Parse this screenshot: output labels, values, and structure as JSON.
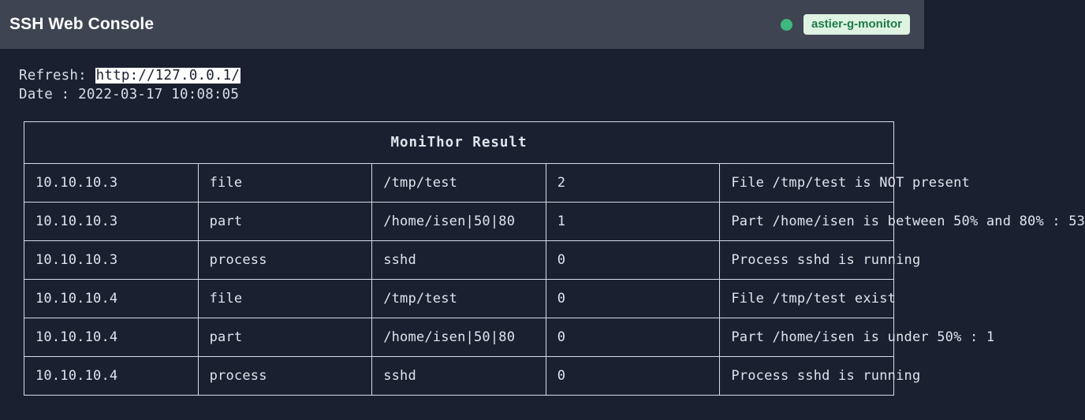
{
  "header": {
    "title": "SSH Web Console",
    "status_dot": "status-dot-online",
    "host_badge": "astier-g-monitor",
    "colors": {
      "bar_bg": "#3f4452",
      "page_bg": "#1b2030",
      "badge_bg": "#dff3e3",
      "badge_text": "#1c7a44",
      "dot": "#3fb87d"
    }
  },
  "info": {
    "refresh_label": "Refresh: ",
    "refresh_url": "http://127.0.0.1/",
    "date_line": "Date : 2022-03-17 10:08:05"
  },
  "table": {
    "title": "MoniThor Result",
    "rows": [
      {
        "host": "10.10.10.3",
        "type": "file",
        "target": "/tmp/test",
        "code": "2",
        "message": "File /tmp/test is NOT present"
      },
      {
        "host": "10.10.10.3",
        "type": "part",
        "target": "/home/isen|50|80",
        "code": "1",
        "message": "Part /home/isen is between 50% and 80% : 53"
      },
      {
        "host": "10.10.10.3",
        "type": "process",
        "target": "sshd",
        "code": "0",
        "message": "Process sshd is running"
      },
      {
        "host": "10.10.10.4",
        "type": "file",
        "target": "/tmp/test",
        "code": "0",
        "message": "File /tmp/test exist"
      },
      {
        "host": "10.10.10.4",
        "type": "part",
        "target": "/home/isen|50|80",
        "code": "0",
        "message": "Part /home/isen is under 50% : 1"
      },
      {
        "host": "10.10.10.4",
        "type": "process",
        "target": "sshd",
        "code": "0",
        "message": "Process sshd is running"
      }
    ]
  }
}
